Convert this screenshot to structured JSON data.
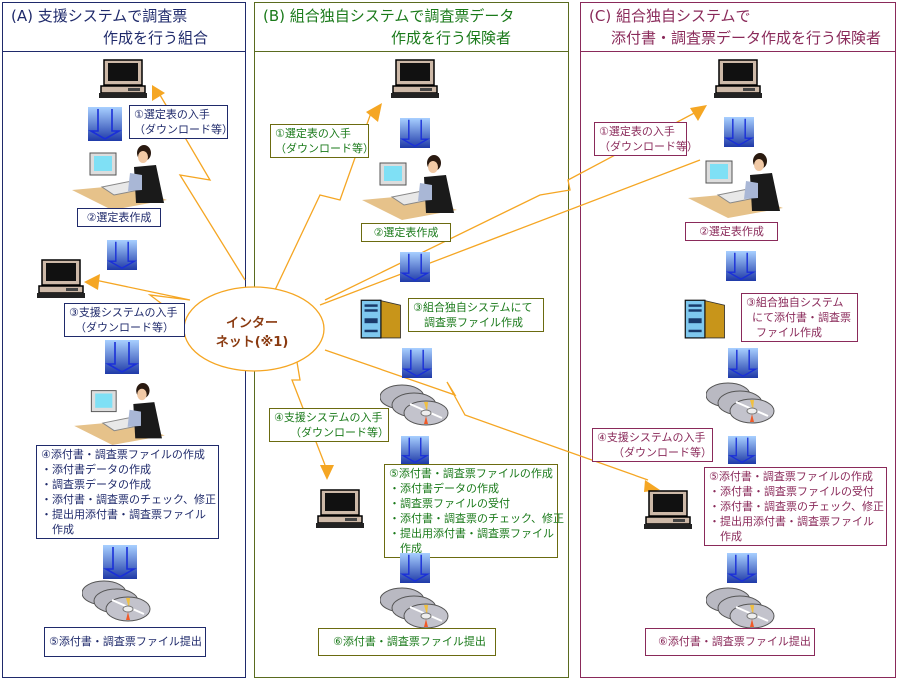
{
  "panels": {
    "a": {
      "title_line1": "(A) 支援システムで調査票",
      "title_line2": "作成を行う組合",
      "color": "#1f2a6b",
      "steps": {
        "s1": [
          "①選定表の入手",
          "（ダウンロード等）"
        ],
        "s2": [
          "②選定表作成"
        ],
        "s3": [
          "③支援システムの入手",
          "（ダウンロード等）"
        ],
        "s4": [
          "④添付書・調査票ファイルの作成",
          "・添付書データの作成",
          "・調査票データの作成",
          "・添付書・調査票のチェック、修正",
          "・提出用添付書・調査票ファイル",
          "　作成"
        ],
        "s5": [
          "⑤添付書・調査票ファイル提出"
        ]
      }
    },
    "b": {
      "title_line1": "(B) 組合独自システムで調査票データ",
      "title_line2": "作成を行う保険者",
      "color": "#1a7a1a",
      "steps": {
        "s1": [
          "①選定表の入手",
          "（ダウンロード等）"
        ],
        "s2": [
          "②選定表作成"
        ],
        "s3": [
          "③組合独自システムにて",
          "　調査票ファイル作成"
        ],
        "s4": [
          "④支援システムの入手",
          "（ダウンロード等）"
        ],
        "s5": [
          "⑤添付書・調査票ファイルの作成",
          "・添付書データの作成",
          "・調査票ファイルの受付",
          "・添付書・調査票のチェック、修正",
          "・提出用添付書・調査票ファイル",
          "　作成"
        ],
        "s6": [
          "⑥添付書・調査票ファイル提出"
        ]
      }
    },
    "c": {
      "title_line1": "(C) 組合独自システムで",
      "title_line2": "添付書・調査票データ作成を行う保険者",
      "color": "#8a2a5a",
      "steps": {
        "s1": [
          "①選定表の入手",
          "（ダウンロード等）"
        ],
        "s2": [
          "②選定表作成"
        ],
        "s3": [
          "③組合独自システム",
          "にて添付書・調査票",
          "ファイル作成"
        ],
        "s4": [
          "④支援システムの入手",
          "（ダウンロード等）"
        ],
        "s5": [
          "⑤添付書・調査票ファイルの作成",
          "・添付書・調査票ファイルの受付",
          "・添付書・調査票のチェック、修正",
          "・提出用添付書・調査票ファイル",
          "　作成"
        ],
        "s6": [
          "⑥添付書・調査票ファイル提出"
        ]
      }
    }
  },
  "internet": {
    "line1": "インター",
    "line2": "ネット(※1)",
    "color": "#f5a623"
  },
  "icons": {
    "computer": "computer-icon",
    "operator": "person-at-computer-icon",
    "server": "server-tower-icon",
    "discs": "cd-discs-icon",
    "flow_arrow": "down-arrow-icon",
    "download_arrow": "orange-arrowhead-icon"
  }
}
